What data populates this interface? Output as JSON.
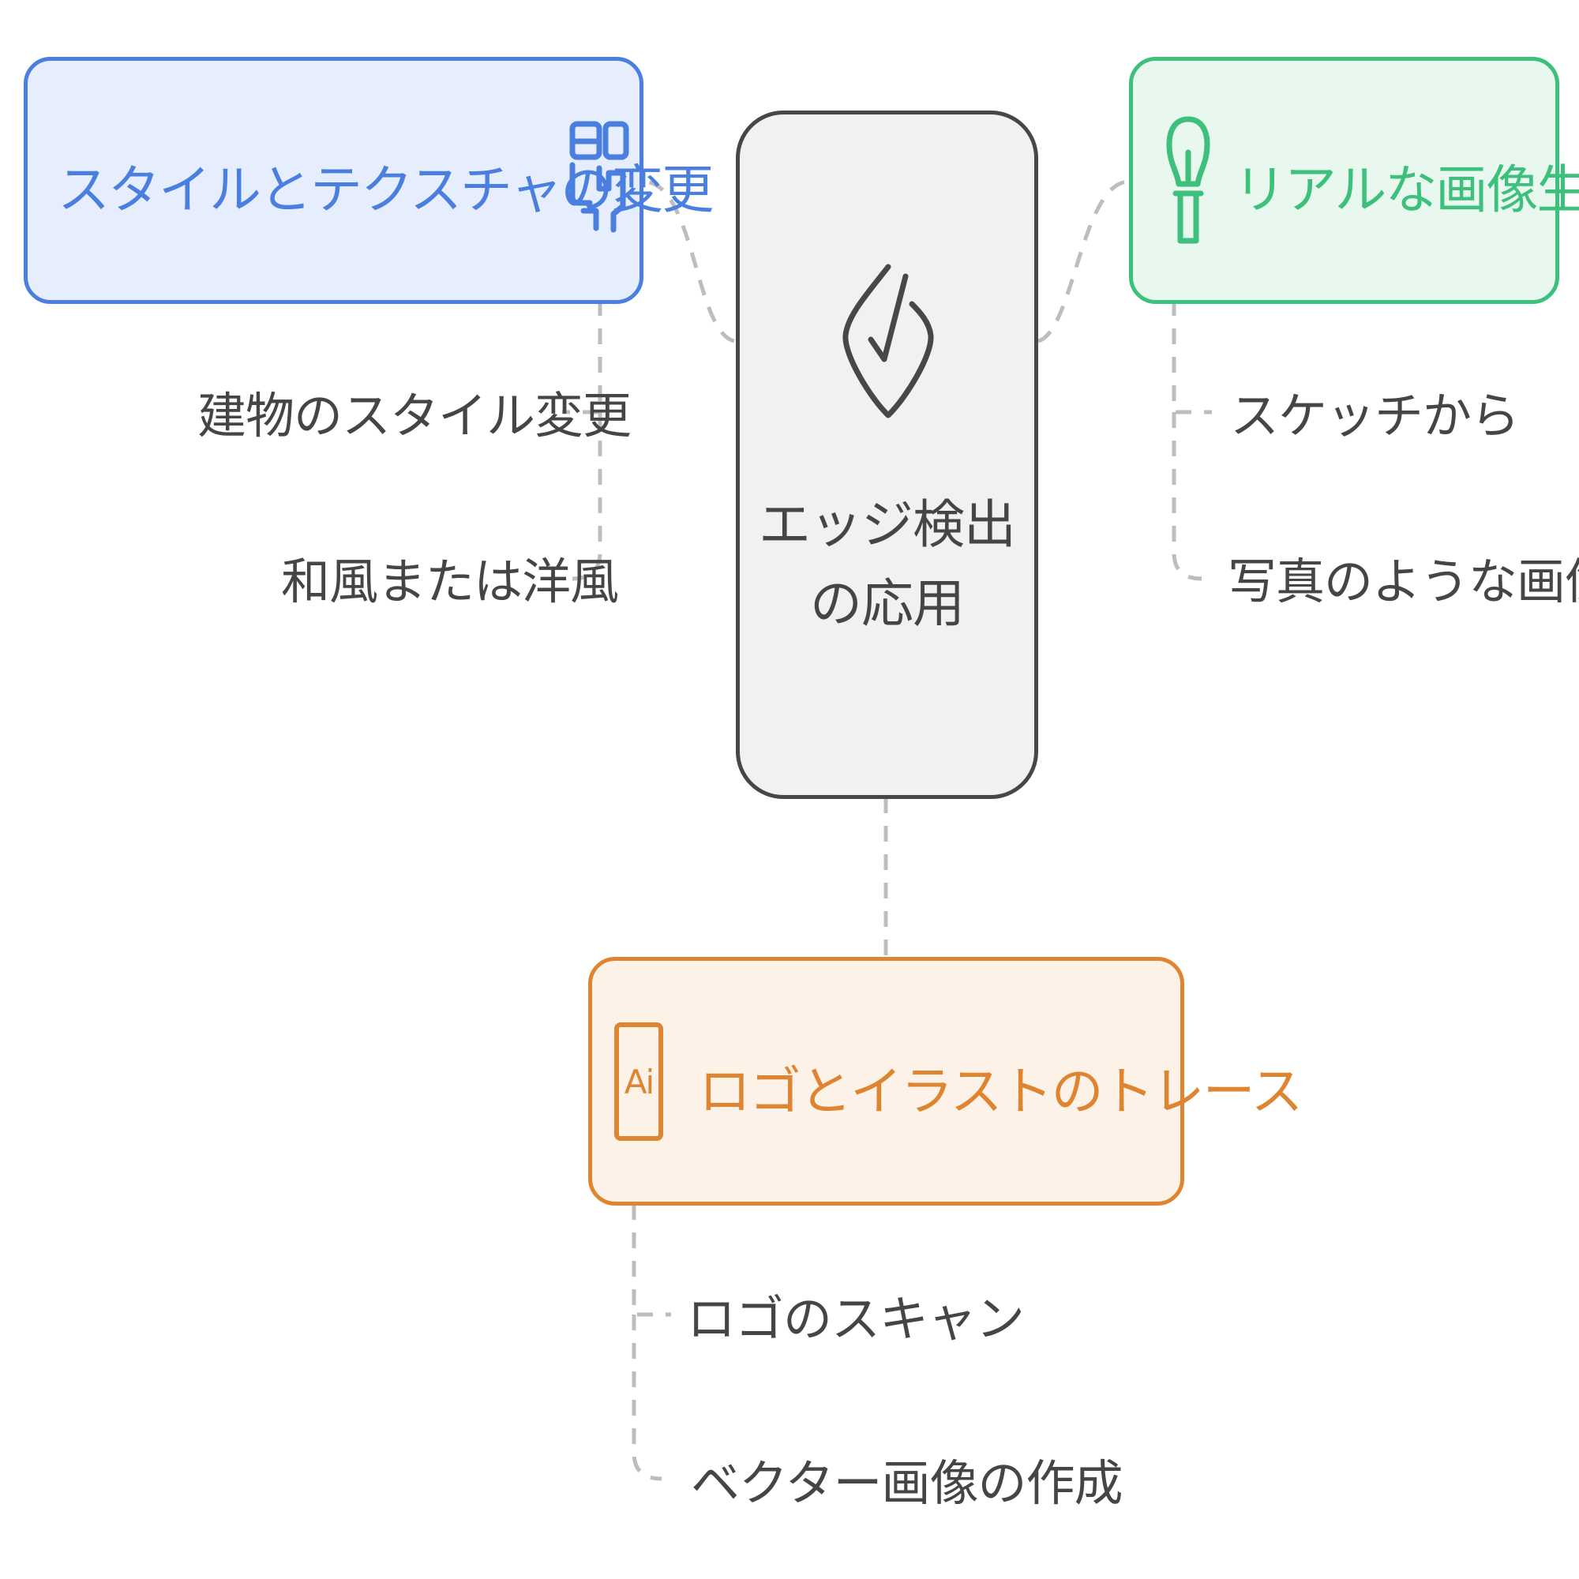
{
  "center": {
    "line1": "エッジ検出",
    "line2": "の応用",
    "icon": "check-shield-icon"
  },
  "branches": [
    {
      "title": "スタイルとテクスチャの変更",
      "icon": "texture-swap-icon",
      "color": "#4a7fe0",
      "fill": "#e6eefd",
      "items": [
        "建物のスタイル変更",
        "和風または洋風"
      ]
    },
    {
      "title": "リアルな画像生成",
      "icon": "lightbulb-icon",
      "color": "#3cc07b",
      "fill": "#e8f8ef",
      "items": [
        "スケッチから",
        "写真のような画像"
      ]
    },
    {
      "title": "ロゴとイラストのトレース",
      "icon": "adobe-illustrator-icon",
      "icon_label": "Ai",
      "color": "#de8532",
      "fill": "#fdf2e8",
      "items": [
        "ロゴのスキャン",
        "ベクター画像の作成"
      ]
    }
  ],
  "colors": {
    "connector": "#bdbdbd",
    "center_border": "#474747",
    "center_fill": "#f0f1f0",
    "text": "#454545"
  }
}
